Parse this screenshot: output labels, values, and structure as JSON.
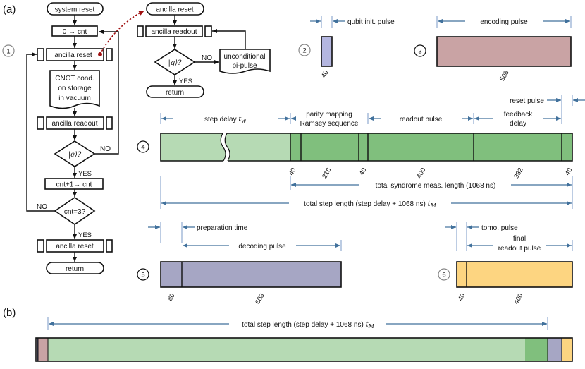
{
  "panel_labels": {
    "a": "(a)",
    "b": "(b)"
  },
  "markers": [
    "1",
    "2",
    "3",
    "4",
    "5",
    "6"
  ],
  "flowchart_main": {
    "system_reset": "system reset",
    "init_counter": "0 → cnt",
    "ancilla_reset": "ancilla reset",
    "cnot_lines": [
      "CNOT cond.",
      "on storage",
      "in vacuum"
    ],
    "ancilla_readout": "ancilla readout",
    "decision_e": "|e⟩?",
    "no": "NO",
    "yes": "YES",
    "increment": "cnt+1→ cnt",
    "decision_cnt": "cnt=3?",
    "ancilla_reset_2": "ancilla reset",
    "return": "return"
  },
  "flowchart_reset": {
    "ancilla_reset": "ancilla reset",
    "ancilla_readout": "ancilla readout",
    "decision_g": "|g⟩?",
    "no": "NO",
    "yes": "YES",
    "pi_pulse_lines": [
      "unconditional",
      "pi-pulse"
    ],
    "return": "return"
  },
  "panel2": {
    "label": "qubit init. pulse",
    "durations": [
      "40"
    ],
    "color": "#b4b6e0"
  },
  "panel3": {
    "label": "encoding pulse",
    "durations": [
      "508"
    ],
    "color": "#c9a3a4"
  },
  "panel4": {
    "step_delay": "step delay",
    "tw_symbol": "t",
    "tw_sub": "w",
    "parity_lines": [
      "parity mapping",
      "Ramsey sequence"
    ],
    "readout": "readout pulse",
    "feedback_lines": [
      "feedback",
      "delay"
    ],
    "reset": "reset pulse",
    "durations": [
      "40",
      "216",
      "40",
      "400",
      "332",
      "40"
    ],
    "syndrome_total": "total syndrome meas. length (1068 ns)",
    "step_total": "total step length (step delay + 1068 ns)",
    "tM_symbol": "t",
    "tM_sub": "M",
    "colors": {
      "delay": "#b6dab4",
      "active": "#80bf7d"
    }
  },
  "panel5": {
    "prep": "preparation time",
    "decoding": "decoding pulse",
    "durations": [
      "80",
      "608"
    ],
    "color": "#a6a6c4"
  },
  "panel6": {
    "tomo": "tomo. pulse",
    "final_lines": [
      "final",
      "readout pulse"
    ],
    "durations": [
      "40",
      "400"
    ],
    "color": "#fdd581"
  },
  "panel_b": {
    "step_total": "total step length (step delay + 1068 ns)",
    "tM_symbol": "t",
    "tM_sub": "M"
  }
}
